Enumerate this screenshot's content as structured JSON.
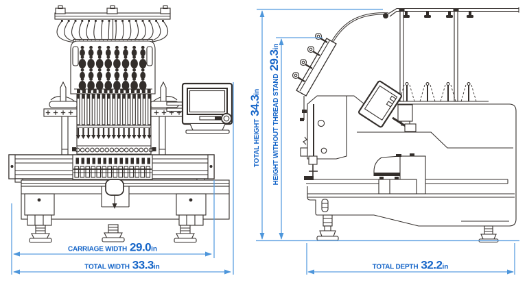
{
  "page": {
    "background": "#ffffff"
  },
  "colors": {
    "dimension_line": "#5b9ee0",
    "dimension_text": "#1565c8",
    "line_art": "#332e2b"
  },
  "dimensions": {
    "carriage_width": {
      "label": "CARRIAGE WIDTH",
      "value": "29.0",
      "unit": "in"
    },
    "total_width": {
      "label": "TOTAL WIDTH",
      "value": "33.3",
      "unit": "in"
    },
    "total_height": {
      "label": "TOTAL HEIGHT",
      "value": "34.3",
      "unit": "in"
    },
    "height_without_thread_stand": {
      "label": "HEIGHT WITHOUT THREAD STAND",
      "value": "29.3",
      "unit": "in"
    },
    "total_depth": {
      "label": "TOTAL DEPTH",
      "value": "32.2",
      "unit": "in"
    }
  }
}
